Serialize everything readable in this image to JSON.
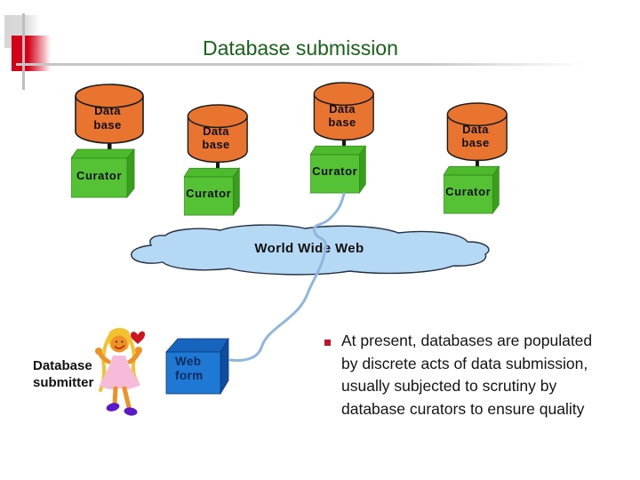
{
  "title": "Database submission",
  "db_units": [
    {
      "database_label": "Data base",
      "curator_label": "Curator"
    },
    {
      "database_label": "Data base",
      "curator_label": "Curator"
    },
    {
      "database_label": "Data base",
      "curator_label": "Curator"
    },
    {
      "database_label": "Data base",
      "curator_label": "Curator"
    }
  ],
  "cloud": {
    "label": "World Wide Web"
  },
  "submitter": {
    "label": "Database submitter"
  },
  "web_form": {
    "label": "Web form"
  },
  "bullet": {
    "lines": [
      "At present, databases are populated",
      "by discrete acts of data submission,",
      "usually subjected to scrutiny by",
      "database curators to ensure quality"
    ]
  },
  "colors": {
    "title_green": "#166418",
    "database_orange": "#e8742f",
    "curator_green": "#55c236",
    "curator_green_dark": "#389e1c",
    "cloud_blue": "#b5d8f4",
    "wire_blue": "#8fb7de",
    "web_form_blue": "#1e78d4",
    "bullet_red": "#c8102e",
    "deco_red": "#d40018"
  }
}
